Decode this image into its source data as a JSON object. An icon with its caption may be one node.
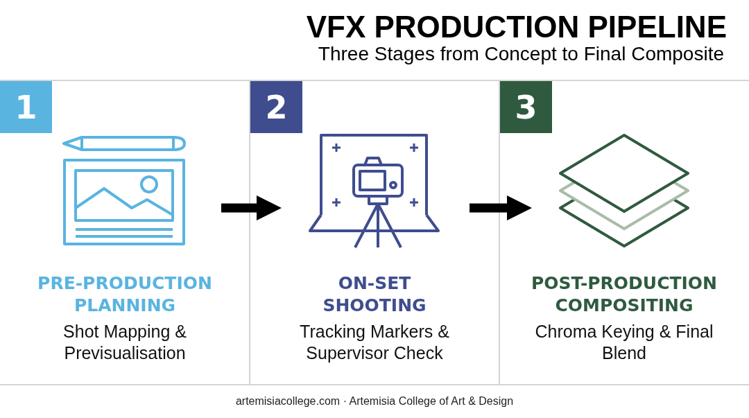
{
  "diagram": {
    "title": "VFX PRODUCTION PIPELINE",
    "nodes": [
      {
        "text": [
          "1"
        ]
      },
      {
        "text": [],
        "shape": "picture"
      },
      {
        "text": [
          "PRE-PRODUCTION PLANNING",
          "Shot Mapping & Previsualisation"
        ]
      },
      {
        "text": [
          "2"
        ]
      },
      {
        "text": [],
        "shape": "picture"
      },
      {
        "text": [
          "ON-SET SHOOTING",
          "Tracking Markers & Supervisor Check"
        ]
      },
      {
        "text": [
          "3"
        ]
      },
      {
        "text": [],
        "shape": "picture"
      },
      {
        "text": [
          "POST-PRODUCTION COMPOSITING",
          "Chroma Keying & Final Blend"
        ]
      }
    ],
    "edges": [
      {
        "from": 1,
        "to": 4,
        "arrow": "to"
      },
      {
        "from": 4,
        "to": 7,
        "arrow": "to"
      }
    ],
    "labels": [
      "Three Stages from Concept to Final Composite",
      "artemisiacollege.com · Artemisia College of Art & Design"
    ]
  }
}
